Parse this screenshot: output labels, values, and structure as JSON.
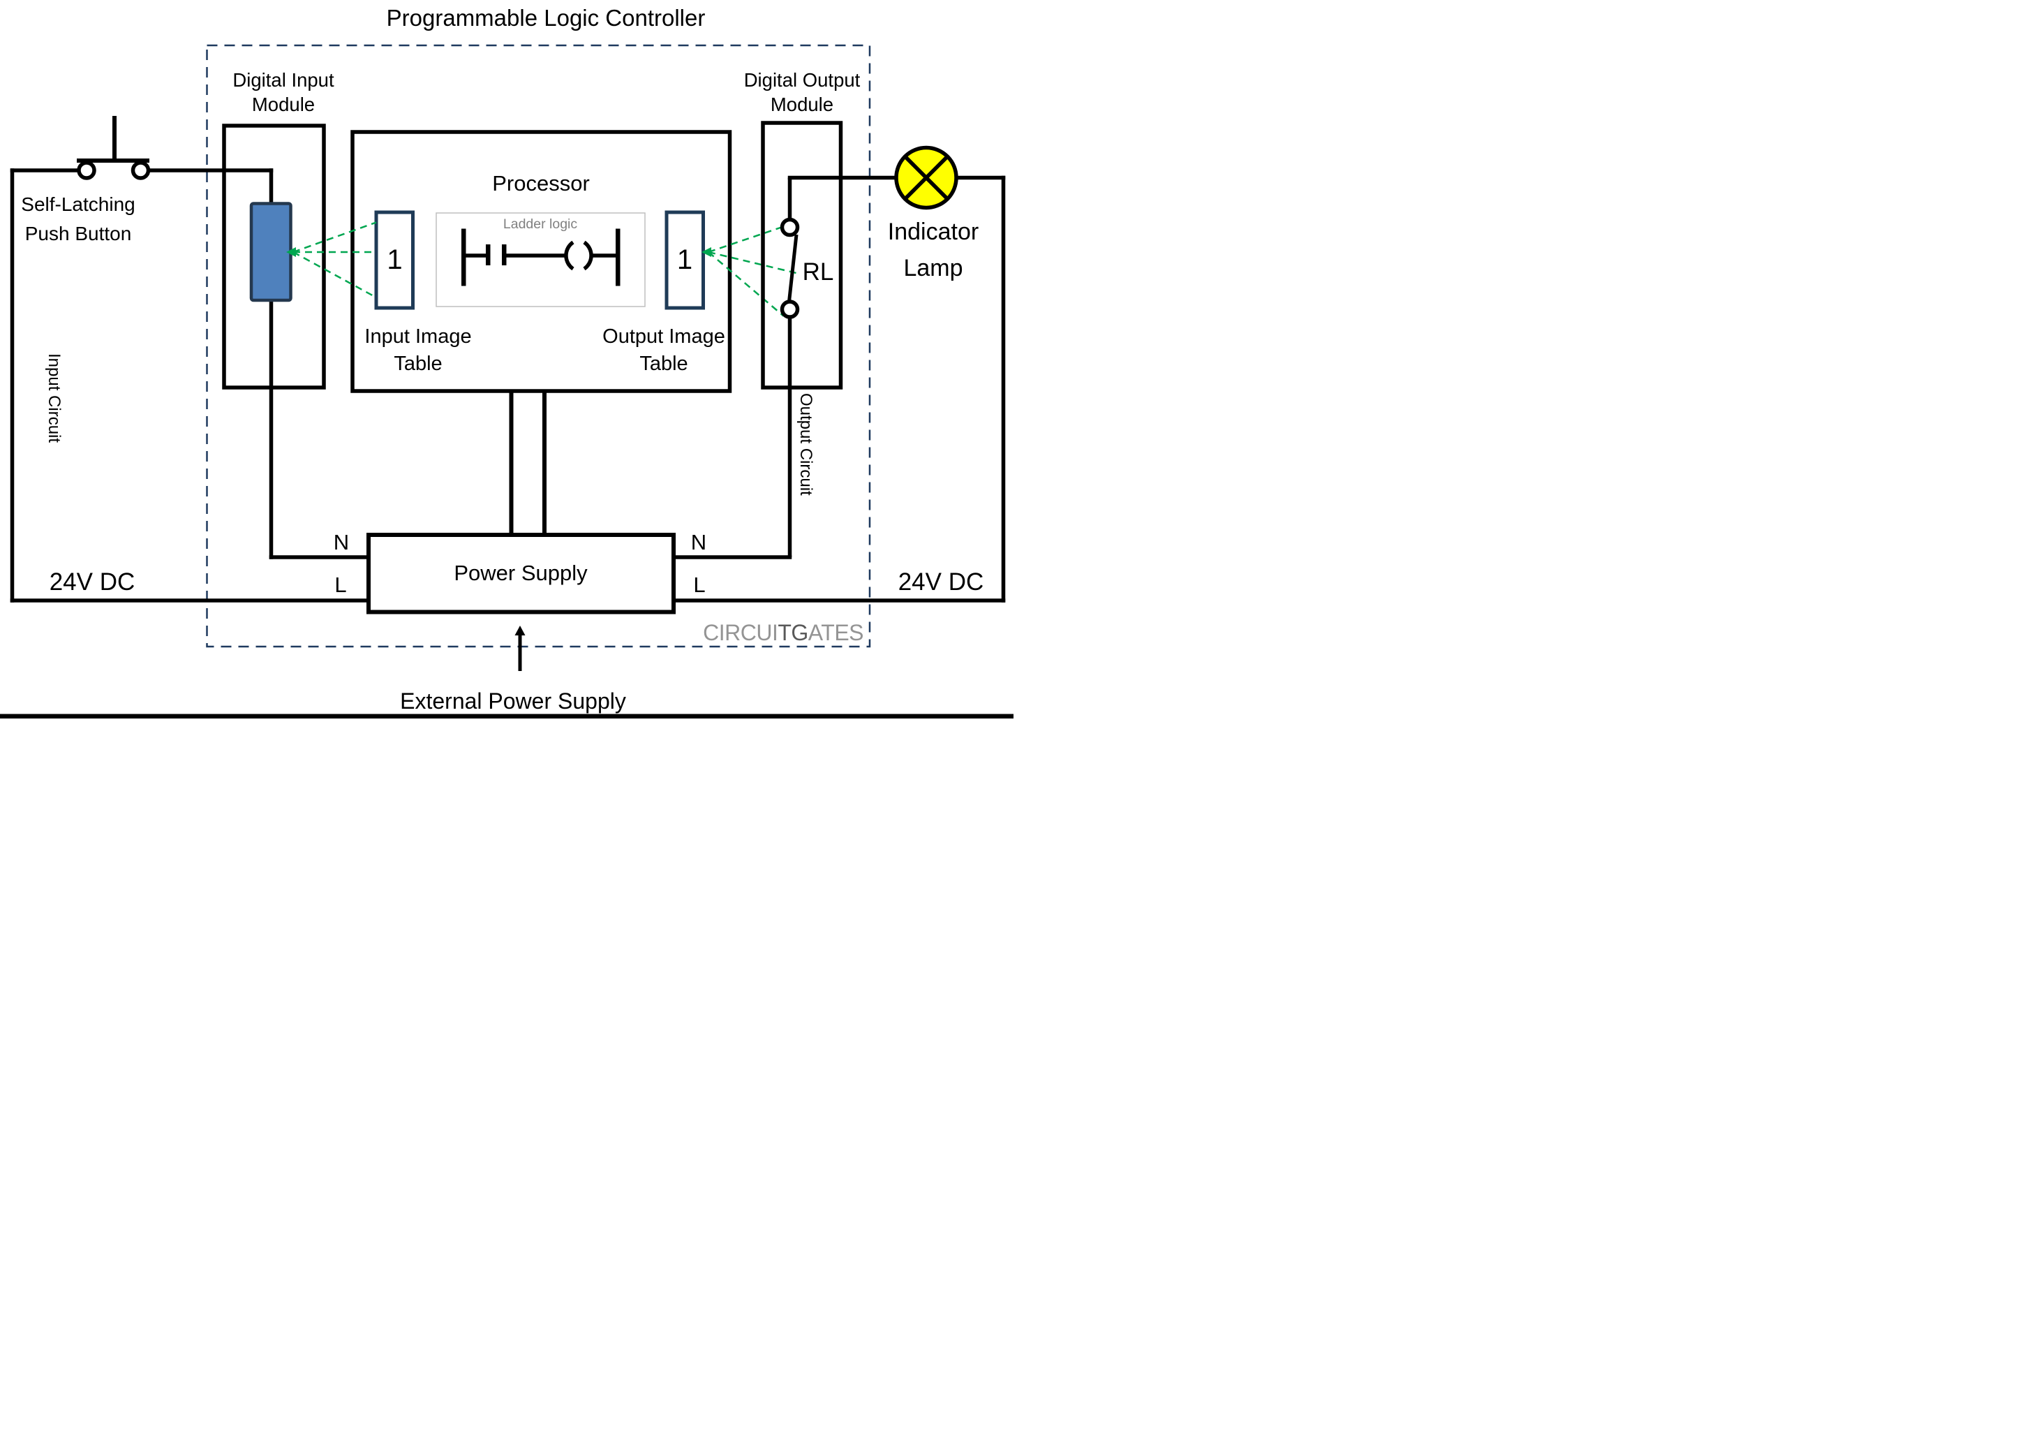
{
  "title": "Programmable Logic Controller",
  "colors": {
    "wire": "#000000",
    "plc_border": "#1F3A5F",
    "image_table_border": "#1F3B57",
    "isolator_fill": "#4F81BD",
    "isolator_border": "#24384E",
    "scan_arrow_green": "#00A650",
    "lamp_yellow": "#FFFF00",
    "ladder_border": "#BFBFBF",
    "ladder_text": "#808080",
    "watermark_gray": "#949494",
    "watermark_dark": "#595959"
  },
  "plc": {
    "input_module": {
      "line1": "Digital Input",
      "line2": "Module"
    },
    "output_module": {
      "line1": "Digital Output",
      "line2": "Module"
    },
    "processor": {
      "label": "Processor",
      "ladder_label": "Ladder logic",
      "input_image_table": {
        "value": "1",
        "line1": "Input Image",
        "line2": "Table"
      },
      "output_image_table": {
        "value": "1",
        "line1": "Output Image",
        "line2": "Table"
      }
    },
    "power_supply": {
      "label": "Power Supply",
      "left": {
        "n": "N",
        "l": "L"
      },
      "right": {
        "n": "N",
        "l": "L"
      }
    },
    "relay_label": "RL",
    "watermark": {
      "gray1": "CIRCUI",
      "dark": "TG",
      "gray2": "ATES"
    }
  },
  "field": {
    "push_button": {
      "line1": "Self-Latching",
      "line2": "Push Button"
    },
    "indicator_lamp": {
      "line1": "Indicator",
      "line2": "Lamp"
    },
    "input_circuit_label": "Input Circuit",
    "output_circuit_label": "Output Circuit",
    "dc_left": "24V DC",
    "dc_right": "24V DC",
    "external_power_label": "External Power Supply"
  }
}
